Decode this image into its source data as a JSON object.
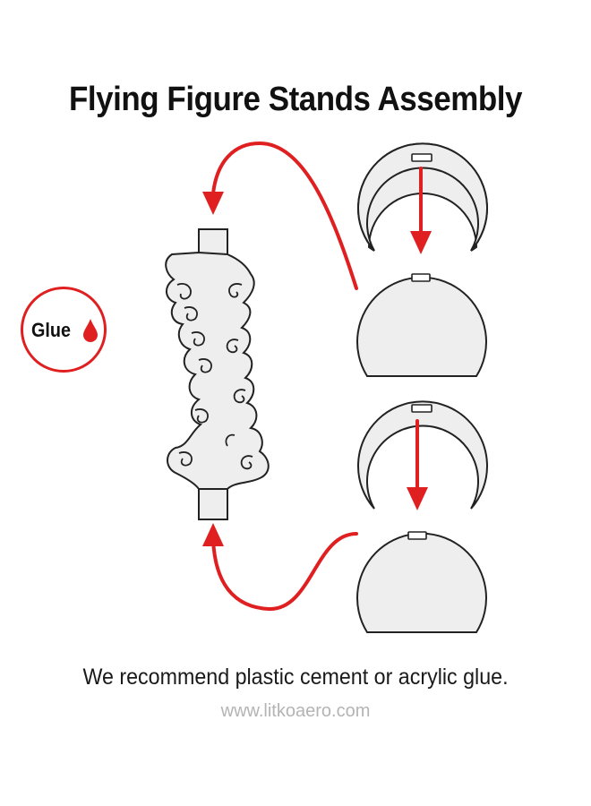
{
  "title": "Flying Figure Stands Assembly",
  "glue_badge": {
    "label": "Glue",
    "icon": "glue-drop-icon"
  },
  "caption": "We recommend plastic cement or acrylic glue.",
  "website": "www.litkoaero.com",
  "colors": {
    "arrow": "#e02020",
    "part_fill": "#eeeeee",
    "outline": "#222222",
    "website_text": "#b4b4b4"
  },
  "parts": [
    {
      "id": "clip-upper",
      "shape": "crescent-clip"
    },
    {
      "id": "base-upper",
      "shape": "round-base"
    },
    {
      "id": "clip-lower",
      "shape": "crescent-clip"
    },
    {
      "id": "base-lower",
      "shape": "round-base"
    },
    {
      "id": "cloud-column",
      "shape": "cloud-column"
    }
  ]
}
